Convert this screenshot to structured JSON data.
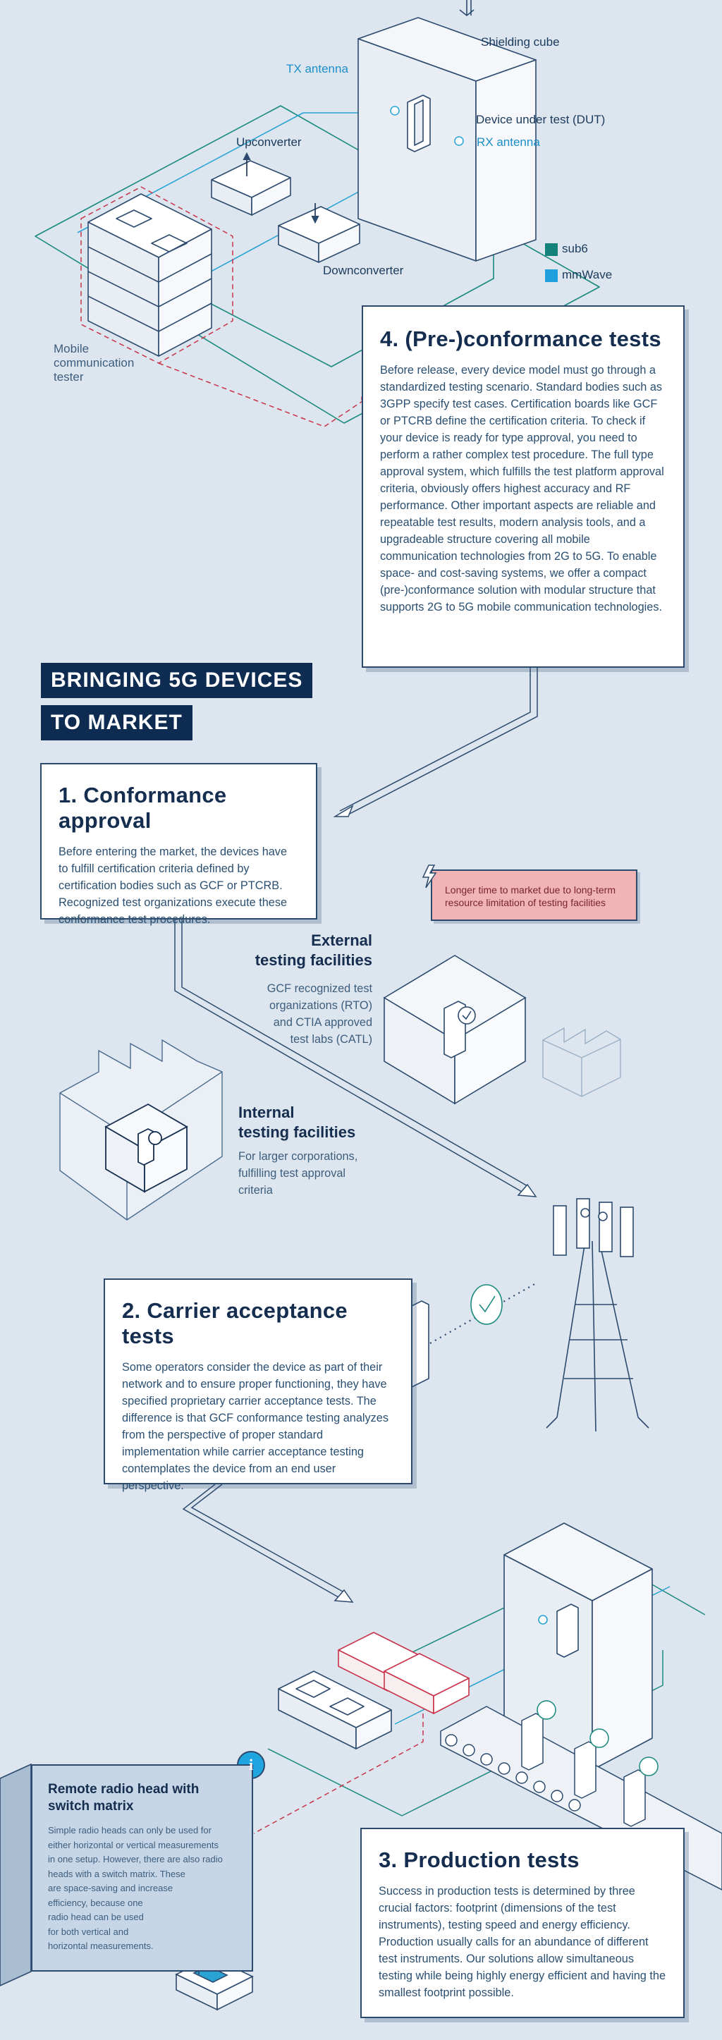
{
  "colors": {
    "background": "#dde6ee",
    "navy": "#152d4f",
    "line": "#2c4a6e",
    "teal": "#1a8a7e",
    "cyan": "#2aa3d4",
    "red": "#c8334a",
    "warning_fill": "#f0b3b6",
    "info_blue": "#1fa6e0"
  },
  "top_diagram": {
    "shielding_cube": "Shielding cube",
    "tx_antenna": "TX antenna",
    "dut": "Device under test (DUT)",
    "rx_antenna": "RX antenna",
    "upconverter": "Upconverter",
    "downconverter": "Downconverter",
    "tester": "Mobile\ncommunication\ntester",
    "legend": [
      {
        "label": "sub6",
        "color": "#14827a"
      },
      {
        "label": "mmWave",
        "color": "#1fa0dc"
      }
    ]
  },
  "section4": {
    "title": "4. (Pre-)conformance tests",
    "text": "Before release, every device model must go through a standardized testing scenario. Standard bodies such as 3GPP specify test cases. Certification boards like GCF or PTCRB define the certification criteria. To check if your device is ready for type approval, you need to perform a rather complex test procedure. The full type approval system, which fulfills the test platform approval criteria, obviously offers highest accuracy and RF performance. Other important aspects are reliable and repeatable test results, modern analysis tools, and a upgradeable structure covering all mobile communication technologies from 2G to 5G. To enable space- and cost-saving systems, we offer a compact (pre-)conformance solution with modular structure that supports 2G to 5G mobile communication technologies."
  },
  "headline": [
    "BRINGING 5G DEVICES",
    "TO MARKET"
  ],
  "section1": {
    "title": "1. Conformance approval",
    "text": "Before entering the market, the devices have to fulfill certification criteria defined by certification bodies such as GCF or PTCRB. Recognized test organizations execute these conformance test procedures."
  },
  "warning": "Longer time to market due to long-term resource limitation of testing facilities",
  "external": {
    "title": "External\ntesting facilities",
    "text": "GCF recognized test\norganizations (RTO)\nand CTIA approved\ntest labs (CATL)"
  },
  "internal": {
    "title": "Internal\ntesting facilities",
    "text": "For larger corporations,\nfulfilling test approval\ncriteria"
  },
  "section2": {
    "title": "2. Carrier acceptance tests",
    "text": "Some operators consider the device as part of their network and to ensure proper functioning, they have specified proprietary carrier acceptance tests. The difference is that GCF conformance testing analyzes from the perspective of proper standard implementation while carrier acceptance testing contemplates the device from an end user perspective."
  },
  "rrh": {
    "title": "Remote radio head with\nswitch matrix",
    "text": "Simple radio heads can only be used for\neither horizontal or vertical measurements\nin one setup. However, there are also radio\nheads with a switch matrix. These\nare space-saving and increase\nefficiency, because one\nradio head can be used\nfor both vertical and\nhorizontal measurements."
  },
  "section3": {
    "title": "3. Production tests",
    "text": "Success in production tests is determined by three crucial factors: footprint (dimensions of the test instruments), testing speed and energy efficiency. Production usually calls for an abundance of different test instruments. Our solutions allow simultaneous testing while being highly energy efficient and having the smallest footprint possible."
  },
  "info_icon": "i"
}
